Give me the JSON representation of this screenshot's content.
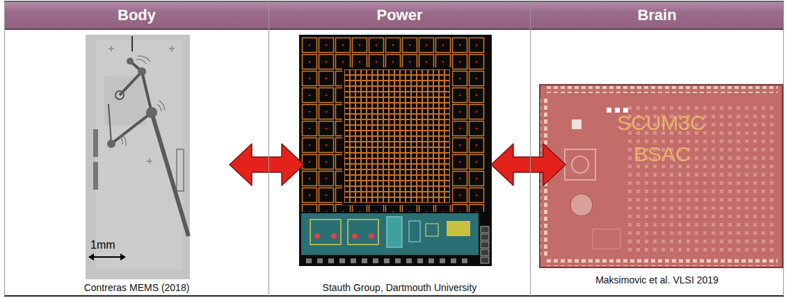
{
  "diagram": {
    "nodes": [
      {
        "text": [
          "Body",
          "Contreras MEMS (2018)"
        ]
      },
      {
        "text": [
          "Power",
          "Stauth Group, Dartmouth University"
        ]
      },
      {
        "text": [
          "Brain",
          "Maksimovic et al. VLSI 2019"
        ]
      }
    ],
    "edges": [
      {
        "from": 0,
        "to": 1,
        "arrow": "both"
      },
      {
        "from": 1,
        "to": 2,
        "arrow": "both"
      }
    ],
    "labels": [
      "1mm",
      "SCUM3C",
      "BSAC"
    ]
  }
}
